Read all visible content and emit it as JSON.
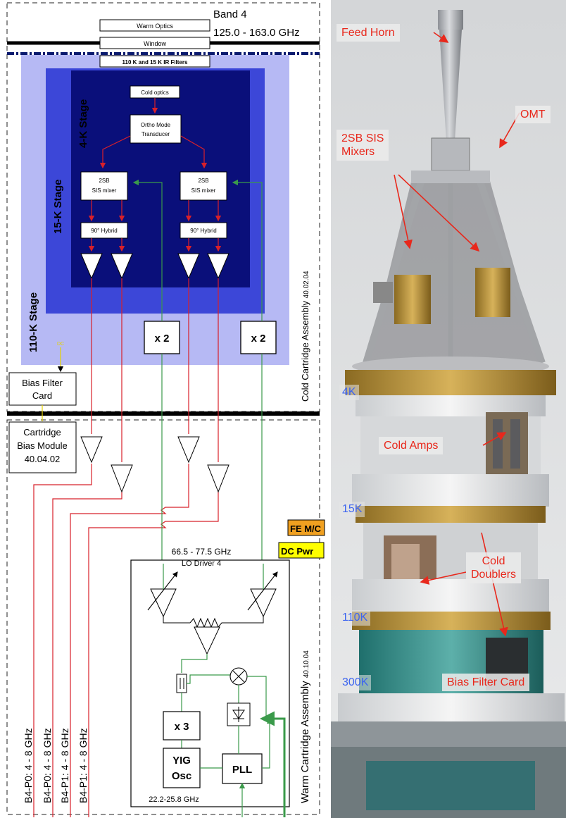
{
  "diagram": {
    "band": "Band 4",
    "freq_range": "125.0 - 163.0 GHz",
    "warm_optics": "Warm Optics",
    "window": "Window",
    "ir_filters": "110 K and 15 K IR Filters",
    "cold_optics": "Cold optics",
    "omt_line1": "Ortho Mode",
    "omt_line2": "Transducer",
    "stage_4k": "4-K Stage",
    "stage_15k": "15-K Stage",
    "stage_110k": "110-K Stage",
    "mixer_line1": "2SB",
    "mixer_line2": "SIS mixer",
    "hybrid": "90° Hybrid",
    "doubler": "x 2",
    "dc": "DC",
    "bias_filter_line1": "Bias Filter",
    "bias_filter_line2": "Card",
    "cold_cartridge": "Cold Cartridge Assembly",
    "cold_cartridge_num": "40.02.04",
    "bias_module_line1": "Cartridge",
    "bias_module_line2": "Bias Module",
    "bias_module_line3": "40.04.02",
    "outputs": [
      "B4-P0: 4 - 8 GHz",
      "B4-P0: 4 - 8 GHz",
      "B4-P1: 4 - 8 GHz",
      "B4-P1: 4 - 8 GHz"
    ],
    "fe_mc": "FE M/C",
    "dc_pwr": "DC Pwr",
    "lo_freq": "66.5 - 77.5 GHz",
    "lo_driver": "LO Driver 4",
    "tripler": "x 3",
    "yig_line1": "YIG",
    "yig_line2": "Osc",
    "pll": "PLL",
    "yig_freq": "22.2-25.8 GHz",
    "warm_cartridge": "Warm Cartridge Assembly",
    "warm_cartridge_num": "40.10.04"
  },
  "photo": {
    "labels": {
      "feed_horn": "Feed Horn",
      "omt": "OMT",
      "mixers_line1": "2SB SIS",
      "mixers_line2": "Mixers",
      "cold_amps": "Cold Amps",
      "doublers_line1": "Cold",
      "doublers_line2": "Doublers",
      "bias_filter_card": "Bias Filter Card"
    },
    "temps": {
      "k4": "4K",
      "k15": "15K",
      "k110": "110K",
      "k300": "300K"
    }
  },
  "colors": {
    "stage_110k": "#b6b9f4",
    "stage_15k": "#3c47d8",
    "stage_4k": "#0a0f7a",
    "if_line": "#d8202a",
    "lo_line": "#3a9a4a",
    "annotation_red": "#e8281c",
    "temp_blue": "#3c64f0",
    "dc_yellow": "#e6d200",
    "fe_box": "#f0a020",
    "dc_pwr_box": "#ffff00"
  }
}
